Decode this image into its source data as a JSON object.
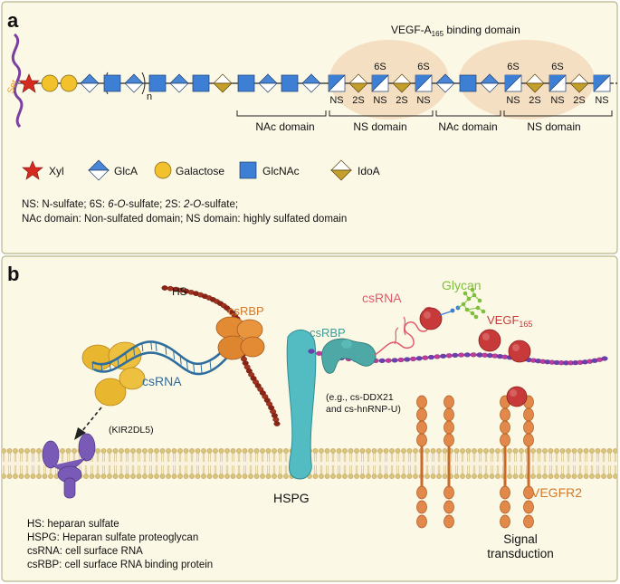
{
  "colors": {
    "panel_bg": "#fcf8e6",
    "panel_border": "#b7b58a",
    "xyl": "#d42a20",
    "galactose": "#f3c12b",
    "glcnac": "#3c7fd4",
    "glca_blue": "#4a86d6",
    "idoa_gold": "#c59f2c",
    "binding_domain_bg": "#f4dfc3",
    "ser_chain": "#7b3fa0",
    "hs_chain": "#a3331f",
    "csrna": "#2f6e9c",
    "csrbp_orange": "#e38a35",
    "csrbp_teal": "#4ea8a5",
    "kir": "#e9b62f",
    "receptor_purple": "#7a5ab7",
    "hspg": "#52bcc2",
    "vegf": "#c83a3a",
    "vegfr2": "#e1884a",
    "glycan_green": "#7dbf3c",
    "csrna_pink": "#e05a6a"
  },
  "panel_a": {
    "label": "a",
    "ser_label": "Ser",
    "repeat_subscript": "n",
    "binding_title": "VEGF-A",
    "binding_title_sub": "165",
    "binding_title_suffix": " binding domain",
    "top_marks": [
      "6S",
      "6S",
      "6S",
      "6S"
    ],
    "bottom_marks": [
      "NS",
      "2S",
      "NS",
      "2S",
      "NS",
      "NS",
      "2S",
      "NS",
      "2S",
      "NS"
    ],
    "domains": [
      "NAc domain",
      "NS domain",
      "NAc domain",
      "NS domain"
    ],
    "legend": [
      {
        "label": "Xyl",
        "icon": "star-icon"
      },
      {
        "label": "GlcA",
        "icon": "diamond-blue-icon"
      },
      {
        "label": "Galactose",
        "icon": "circle-icon"
      },
      {
        "label": "GlcNAc",
        "icon": "square-icon"
      },
      {
        "label": "IdoA",
        "icon": "diamond-gold-icon"
      }
    ],
    "notes": {
      "line1_a": "NS: N-sulfate;  6S: ",
      "line1_b": "6-O",
      "line1_c": "-sulfate;  2S: ",
      "line1_d": "2-O",
      "line1_e": "-sulfate;",
      "line2": "NAc domain: Non-sulfated domain; NS domain: highly sulfated domain"
    }
  },
  "panel_b": {
    "label": "b",
    "hs": "HS",
    "csrbp_left": "csRBP",
    "csrna_left": "csRNA",
    "kir": "(KIR2DL5)",
    "csrbp_right": "csRBP",
    "csrna_top": "csRNA",
    "glycan": "Glycan",
    "vegf": "VEGF",
    "vegf_sub": "165",
    "eg_line1": "(e.g., cs-DDX21",
    "eg_line2": "and cs-hnRNP-U)",
    "hspg": "HSPG",
    "vegfr2": "VEGFR2",
    "signal_line1": "Signal",
    "signal_line2": "transduction",
    "notes": [
      "HS: heparan sulfate",
      "HSPG: Heparan sulfate proteoglycan",
      "csRNA: cell surface RNA",
      "csRBP: cell surface RNA binding protein"
    ]
  }
}
